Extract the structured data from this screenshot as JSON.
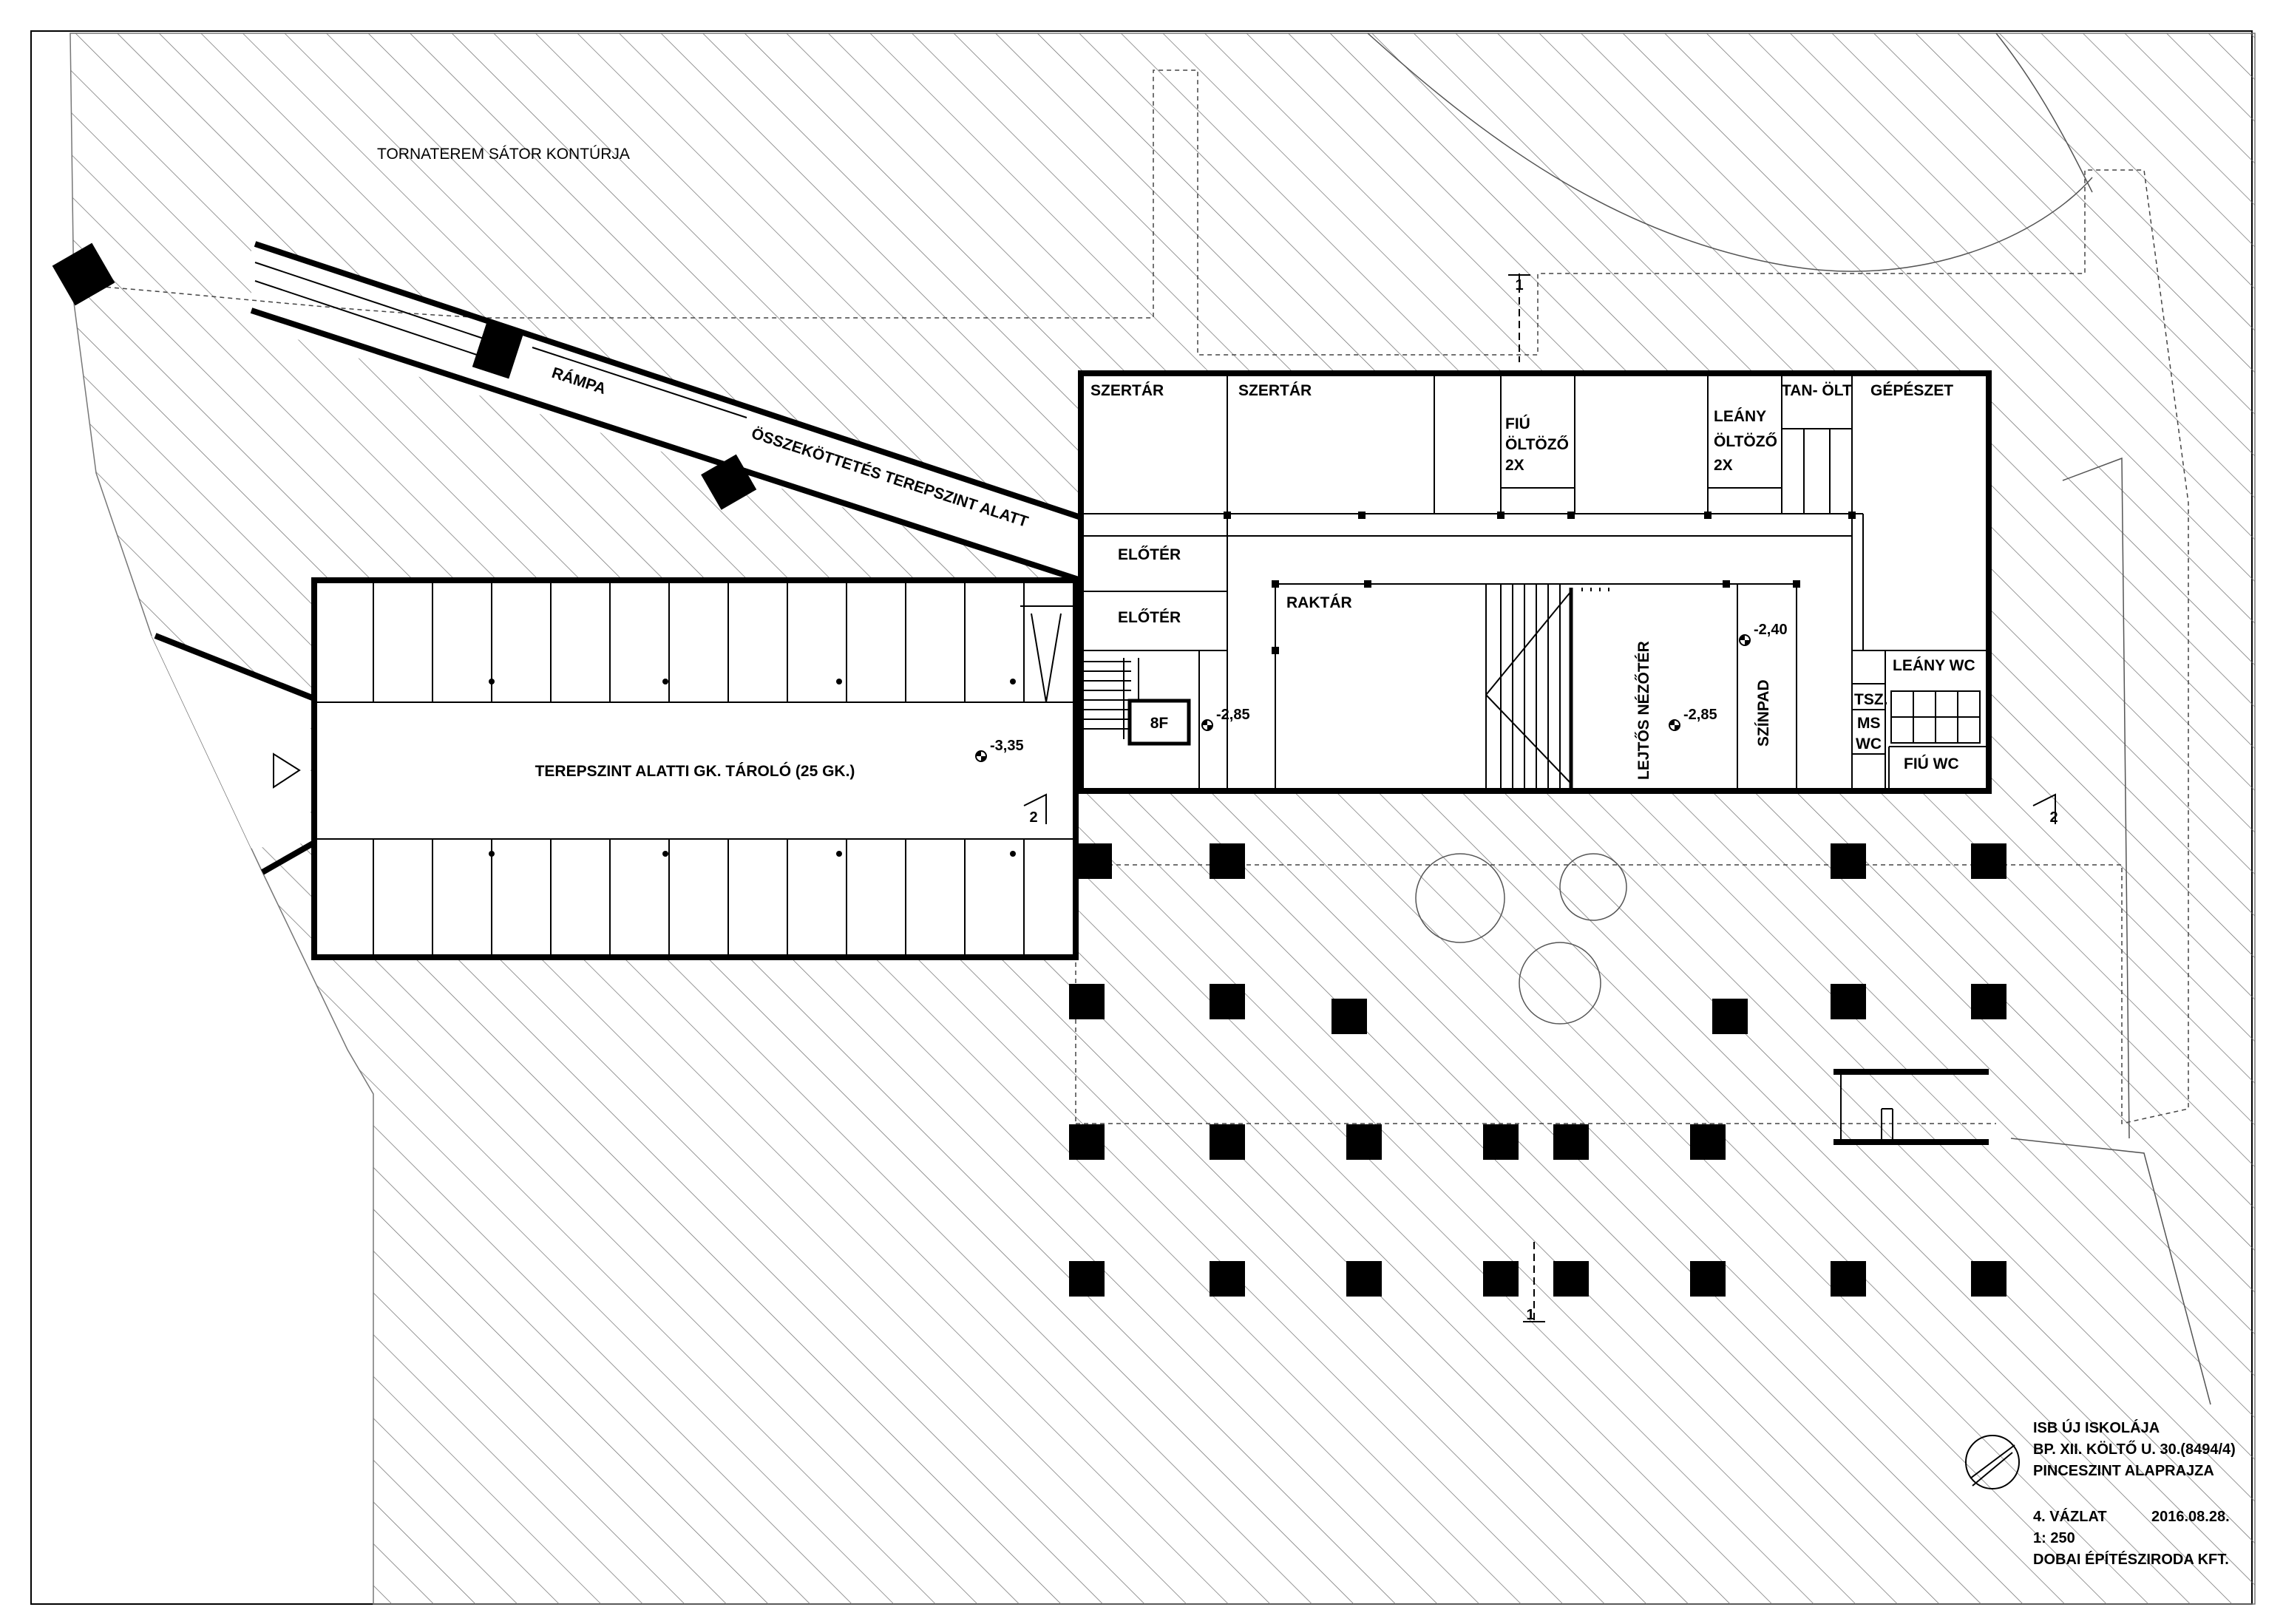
{
  "drawing": {
    "labels": {
      "tent_contour": "TORNATEREM SÁTOR KONTÚRJA",
      "ramp": "RÁMPA",
      "connection": "ÖSSZEKÖTTETÉS TEREPSZINT ALATT",
      "garage": "TEREPSZINT ALATTI GK. TÁROLÓ (25 GK.)",
      "storage_1": "SZERTÁR",
      "storage_2": "SZERTÁR",
      "boys_changing_1": "FIÚ",
      "boys_changing_2": "ÖLTÖZŐ",
      "boys_changing_3": "2X",
      "girls_changing_1": "LEÁNY",
      "girls_changing_2": "ÖLTÖZŐ",
      "girls_changing_3": "2X",
      "teacher_changing": "TAN- ÖLT",
      "mechanical": "GÉPÉSZET",
      "anteroom_1": "ELŐTÉR",
      "anteroom_2": "ELŐTÉR",
      "warehouse": "RAKTÁR",
      "stage": "SZÍNPAD",
      "auditorium": "LEJTŐS NÉZŐTÉR",
      "girls_wc": "LEÁNY WC",
      "boys_wc": "FIÚ WC",
      "tsz": "TSZ.",
      "ms_wc_1": "MS",
      "ms_wc_2": "WC",
      "stair_8f": "8F"
    },
    "levels": {
      "garage": "-3,35",
      "stair": "-2,85",
      "auditorium": "-2,85",
      "stage": "-2,40"
    },
    "section_marks": {
      "s1_top": "1",
      "s1_bottom": "1",
      "s2_left": "2",
      "s2_right": "2"
    }
  },
  "title_block": {
    "line1": "ISB ÚJ ISKOLÁJA",
    "line2": "BP. XII. KÖLTŐ U. 30.(8494/4)",
    "line3": "PINCESZINT ALAPRAJZA",
    "sketch": "4. VÁZLAT",
    "date": "2016.08.28.",
    "scale": "1: 250",
    "firm": "DOBAI ÉPÍTÉSZIRODA KFT."
  }
}
